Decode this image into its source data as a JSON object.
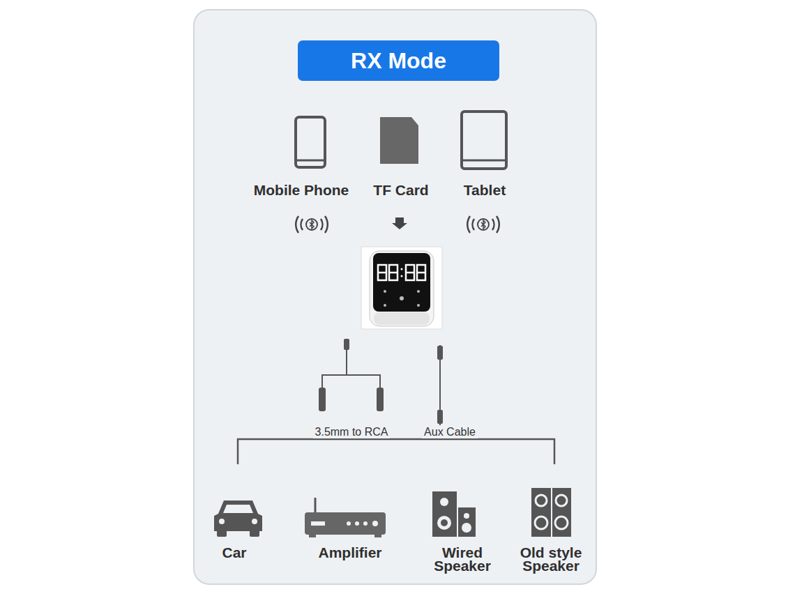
{
  "diagram": {
    "title": "RX Mode",
    "nodes": [
      {
        "text": [
          "Mobile Phone"
        ]
      },
      {
        "text": [
          "TF Card"
        ]
      },
      {
        "text": [
          "Tablet"
        ]
      },
      {
        "text": [
          "Car"
        ]
      },
      {
        "text": [
          "Amplifier"
        ]
      },
      {
        "text": [
          "Wired Speaker"
        ]
      },
      {
        "text": [
          "Old style Speaker"
        ]
      }
    ],
    "labels": [
      "3.5mm to RCA",
      "Aux Cable"
    ]
  }
}
